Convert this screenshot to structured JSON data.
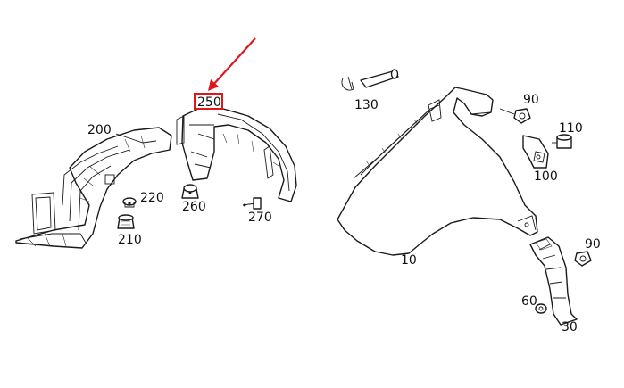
{
  "labels": {
    "p200": "200",
    "p250": "250",
    "p220": "220",
    "p260": "260",
    "p210": "210",
    "p270": "270",
    "p130": "130",
    "p90a": "90",
    "p110": "110",
    "p100": "100",
    "p10": "10",
    "p90b": "90",
    "p60": "60",
    "p30": "30"
  },
  "highlight": {
    "target": "250",
    "box_color": "#e0161b",
    "arrow_color": "#e0161b"
  }
}
